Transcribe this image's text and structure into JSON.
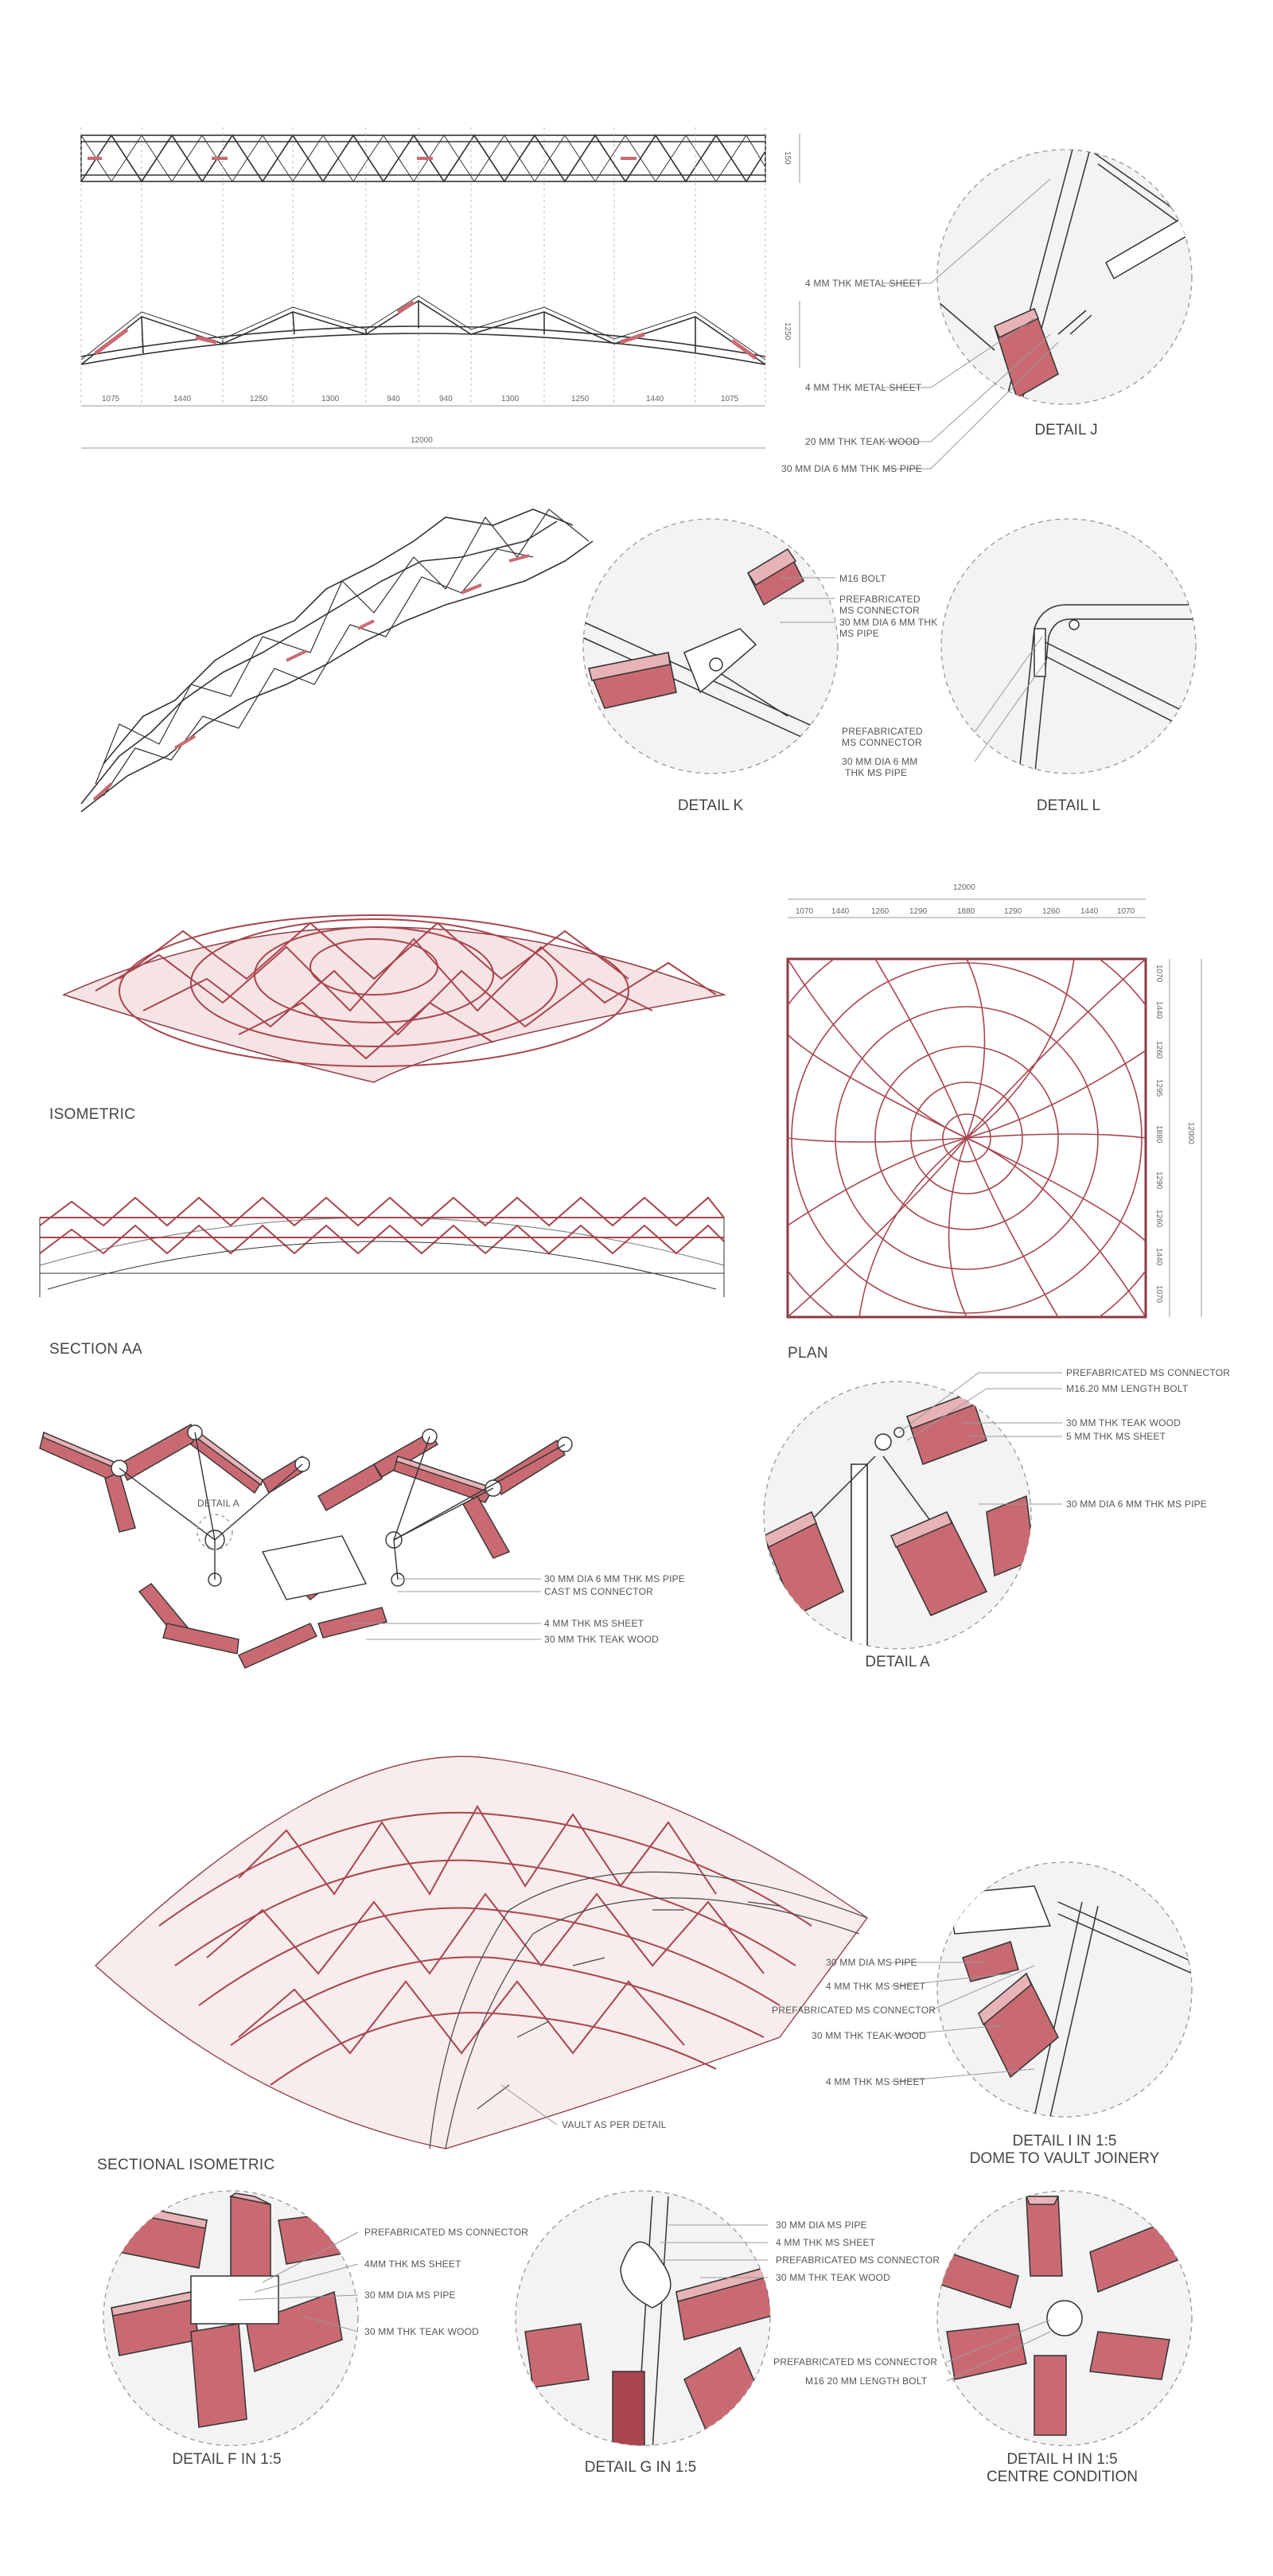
{
  "truss": {
    "plan_height": "150",
    "elev_height": "1250",
    "bays": [
      "1075",
      "1440",
      "1250",
      "1300",
      "940",
      "940",
      "1300",
      "1250",
      "1440",
      "1075"
    ],
    "total": "12000"
  },
  "detail_j": {
    "title": "DETAIL J",
    "labels": [
      "4 MM THK METAL SHEET",
      "4 MM THK METAL SHEET",
      "20 MM THK TEAK WOOD",
      "30 MM DIA 6 MM THK MS PIPE"
    ]
  },
  "detail_k": {
    "title": "DETAIL K",
    "labels": [
      "M16 BOLT",
      "PREFABRICATED",
      "MS CONNECTOR",
      "30 MM DIA 6 MM THK",
      "MS PIPE"
    ]
  },
  "detail_l": {
    "title": "DETAIL L",
    "labels": [
      "PREFABRICATED",
      "MS CONNECTOR",
      "30 MM DIA 6 MM",
      "THK MS PIPE"
    ]
  },
  "dome": {
    "isometric": "ISOMETRIC",
    "section": "SECTION AA",
    "plan": "PLAN",
    "plan_total": "12000",
    "plan_bays": [
      "1070",
      "1440",
      "1260",
      "1290",
      "1880",
      "1290",
      "1260",
      "1440",
      "1070"
    ],
    "plan_side": [
      "1070",
      "1440",
      "1260",
      "1295",
      "1880",
      "1290",
      "1260",
      "1440",
      "1070"
    ],
    "plan_side_total": "12000"
  },
  "detail_a": {
    "tag": "DETAIL A",
    "title": "DETAIL A",
    "labels_left": [
      "30 MM DIA 6 MM THK MS PIPE",
      "CAST MS CONNECTOR",
      "4 MM THK MS SHEET",
      "30 MM THK TEAK WOOD"
    ],
    "labels_right": [
      "PREFABRICATED MS CONNECTOR",
      "M16.20 MM LENGTH BOLT",
      "30 MM THK TEAK WOOD",
      "5 MM THK MS SHEET",
      "30 MM DIA 6 MM THK MS PIPE"
    ]
  },
  "sectional": {
    "title": "SECTIONAL ISOMETRIC",
    "vault_note": "VAULT AS PER DETAIL"
  },
  "detail_i": {
    "title": "DETAIL I IN 1:5",
    "subtitle": "DOME TO VAULT JOINERY",
    "labels": [
      "30 MM DIA MS PIPE",
      "4 MM THK MS SHEET",
      "PREFABRICATED MS CONNECTOR",
      "30 MM THK TEAK WOOD",
      "4 MM THK MS SHEET"
    ]
  },
  "detail_f": {
    "title": "DETAIL F IN 1:5",
    "labels": [
      "PREFABRICATED MS CONNECTOR",
      "4MM THK MS SHEET",
      "30 MM DIA MS PIPE",
      "30 MM THK TEAK WOOD"
    ]
  },
  "detail_g": {
    "title": "DETAIL G IN 1:5",
    "labels": [
      "30 MM DIA MS PIPE",
      "4 MM THK MS SHEET",
      "PREFABRICATED MS CONNECTOR",
      "30 MM THK TEAK WOOD"
    ]
  },
  "detail_h": {
    "title": "DETAIL H IN 1:5",
    "subtitle": "CENTRE CONDITION",
    "labels": [
      "PREFABRICATED MS CONNECTOR",
      "M16 20 MM LENGTH BOLT"
    ]
  },
  "colors": {
    "wood": "#c96a72",
    "wood_light": "#e8b3b6",
    "line": "#333333",
    "circle_fill": "#f2f2f2"
  }
}
